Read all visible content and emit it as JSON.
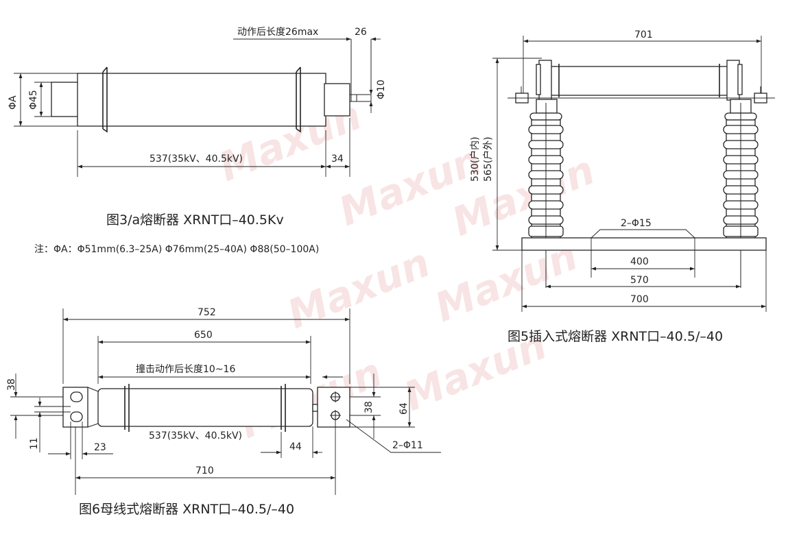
{
  "fig3": {
    "caption": "图3/a熔断器 XRNT口–40.5Kv",
    "note": "注：ΦA：Φ51mm(6.3–25A)  Φ76mm(25–40A) Φ88(50–100A)",
    "dims": {
      "action_len": "动作后长度26max",
      "d26": "26",
      "phiA": "ΦA",
      "phi45": "Φ45",
      "phi10": "Φ10",
      "d537": "537(35kV、40.5kV)",
      "d34": "34"
    }
  },
  "fig5": {
    "caption": "图5插入式熔断器 XRNT口–40.5/–40",
    "dims": {
      "d701": "701",
      "h530": "530(户内)",
      "h565": "565(户外)",
      "holes": "2–Φ15",
      "d400": "400",
      "d570": "570",
      "d700": "700"
    }
  },
  "fig6": {
    "caption": "图6母线式熔断器 XRNT口–40.5/–40",
    "dims": {
      "d752": "752",
      "d650": "650",
      "strike": "撞击动作后长度10~16",
      "d537": "537(35kV、40.5kV)",
      "d38_left": "38",
      "d11": "11",
      "d23": "23",
      "d44": "44",
      "d38_right": "38",
      "d64": "64",
      "holes": "2–Φ11",
      "d710": "710"
    }
  },
  "watermark": "Maxun"
}
